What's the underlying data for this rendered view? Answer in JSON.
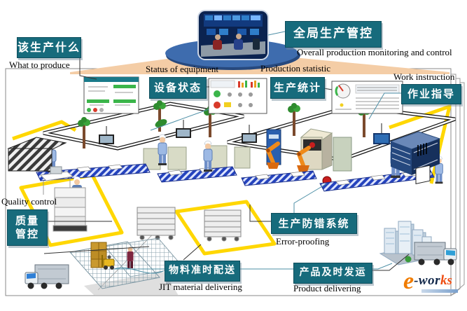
{
  "callouts": {
    "what_to_produce": {
      "zh": "该生产什么",
      "en": "What to produce"
    },
    "overall": {
      "zh": "全局生产管控",
      "en": "Overall production monitoring and control"
    },
    "equipment_status": {
      "zh": "设备状态",
      "en": "Status of equipment"
    },
    "production_statistic": {
      "zh": "生产统计",
      "en": "Production statistic"
    },
    "work_instruction": {
      "zh": "作业指导",
      "en": "Work instruction"
    },
    "quality_control": {
      "zh_line1": "质量",
      "zh_line2": "管控",
      "en": "Quality control"
    },
    "error_proofing": {
      "zh": "生产防错系统",
      "en": "Error-proofing"
    },
    "jit_delivery": {
      "zh": "物料准时配送",
      "en": "JIT material delivering"
    },
    "product_delivery": {
      "zh": "产品及时发运",
      "en": "Product delivering"
    }
  },
  "logo": {
    "e": "e",
    "wor": "-wor",
    "ks": "ks"
  },
  "colors": {
    "callout_teal": "#176b7c",
    "funnel_peach": "#f4cda6",
    "disc_blue": "#3e6cae",
    "path_yellow": "#ffd700",
    "belt_blue": "#2543bd",
    "robot_orange": "#e87b1e",
    "logo_orange": "#f07c00",
    "logo_navy": "#12284a",
    "logo_red": "#ee4e14"
  }
}
